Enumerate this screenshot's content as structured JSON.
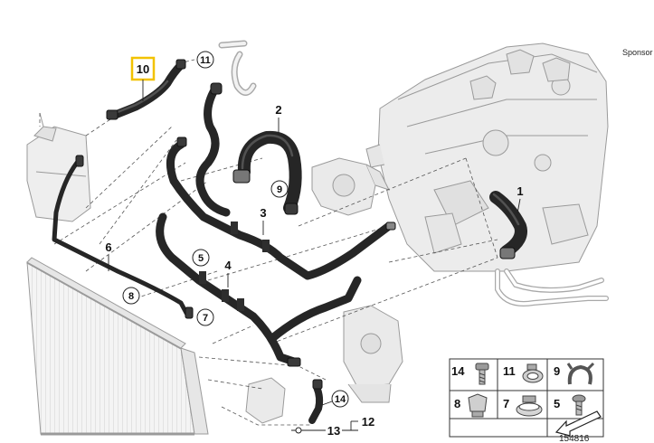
{
  "sponsor_label": "Sponsor",
  "diagram_number": "154816",
  "highlight_color": "#f2c200",
  "callouts": {
    "c1": "1",
    "c2": "2",
    "c3": "3",
    "c4": "4",
    "c5": "5",
    "c6": "6",
    "c7": "7",
    "c8": "8",
    "c9": "9",
    "c10": "10",
    "c11": "11",
    "c12": "12",
    "c13": "13",
    "c14": "14"
  },
  "legend": {
    "items": [
      {
        "number": "14",
        "icon": "bolt-icon"
      },
      {
        "number": "11",
        "icon": "hose-clamp-icon"
      },
      {
        "number": "9",
        "icon": "spring-clip-icon"
      },
      {
        "number": "8",
        "icon": "plug-connector-icon"
      },
      {
        "number": "7",
        "icon": "band-clamp-icon"
      },
      {
        "number": "5",
        "icon": "screw-icon"
      }
    ],
    "orientation_icon": "orientation-arrow-icon"
  }
}
